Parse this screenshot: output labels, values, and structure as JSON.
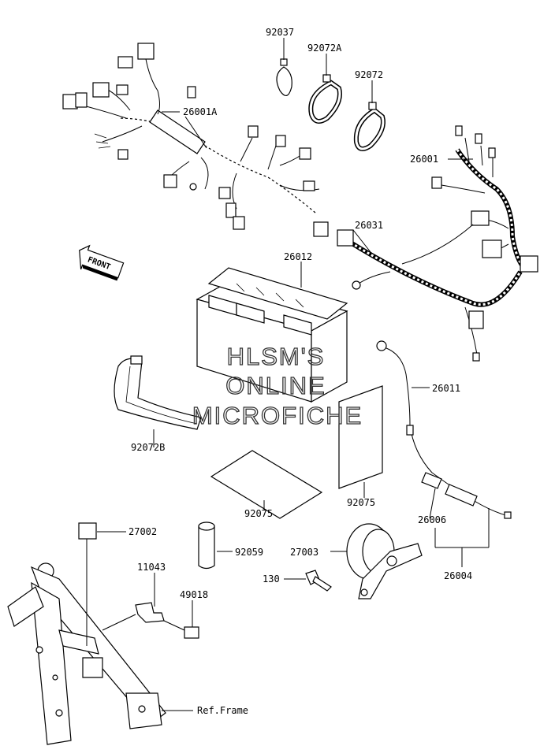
{
  "parts": [
    {
      "key": "p92037",
      "number": "92037"
    },
    {
      "key": "p92072A",
      "number": "92072A"
    },
    {
      "key": "p92072",
      "number": "92072"
    },
    {
      "key": "p26001A",
      "number": "26001A"
    },
    {
      "key": "p26001",
      "number": "26001"
    },
    {
      "key": "p26031",
      "number": "26031"
    },
    {
      "key": "p26012",
      "number": "26012"
    },
    {
      "key": "p26011",
      "number": "26011"
    },
    {
      "key": "p92072B",
      "number": "92072B"
    },
    {
      "key": "p92075a",
      "number": "92075"
    },
    {
      "key": "p92075b",
      "number": "92075"
    },
    {
      "key": "p26006",
      "number": "26006"
    },
    {
      "key": "p27002",
      "number": "27002"
    },
    {
      "key": "p92059",
      "number": "92059"
    },
    {
      "key": "p27003",
      "number": "27003"
    },
    {
      "key": "p26004",
      "number": "26004"
    },
    {
      "key": "p11043",
      "number": "11043"
    },
    {
      "key": "p130",
      "number": "130"
    },
    {
      "key": "p49018",
      "number": "49018"
    }
  ],
  "ref_frame": "Ref.Frame",
  "front_label": "FRONT",
  "watermark": [
    "HLSM'S",
    "ONLINE",
    "MICROFICHE"
  ]
}
